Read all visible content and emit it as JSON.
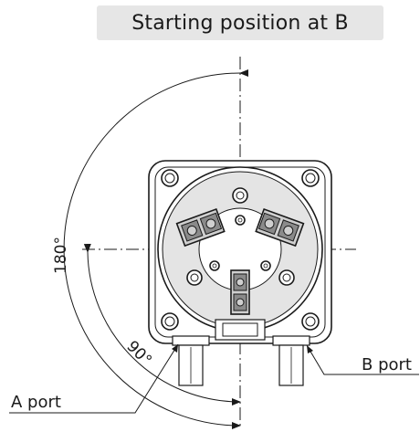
{
  "title": "Starting position at B",
  "labels": {
    "angle_180": "180°",
    "angle_90": "90°",
    "a_port": "A port",
    "b_port": "B port"
  },
  "colors": {
    "line": "#1a1a1a",
    "title_bg": "#e6e6e6"
  }
}
